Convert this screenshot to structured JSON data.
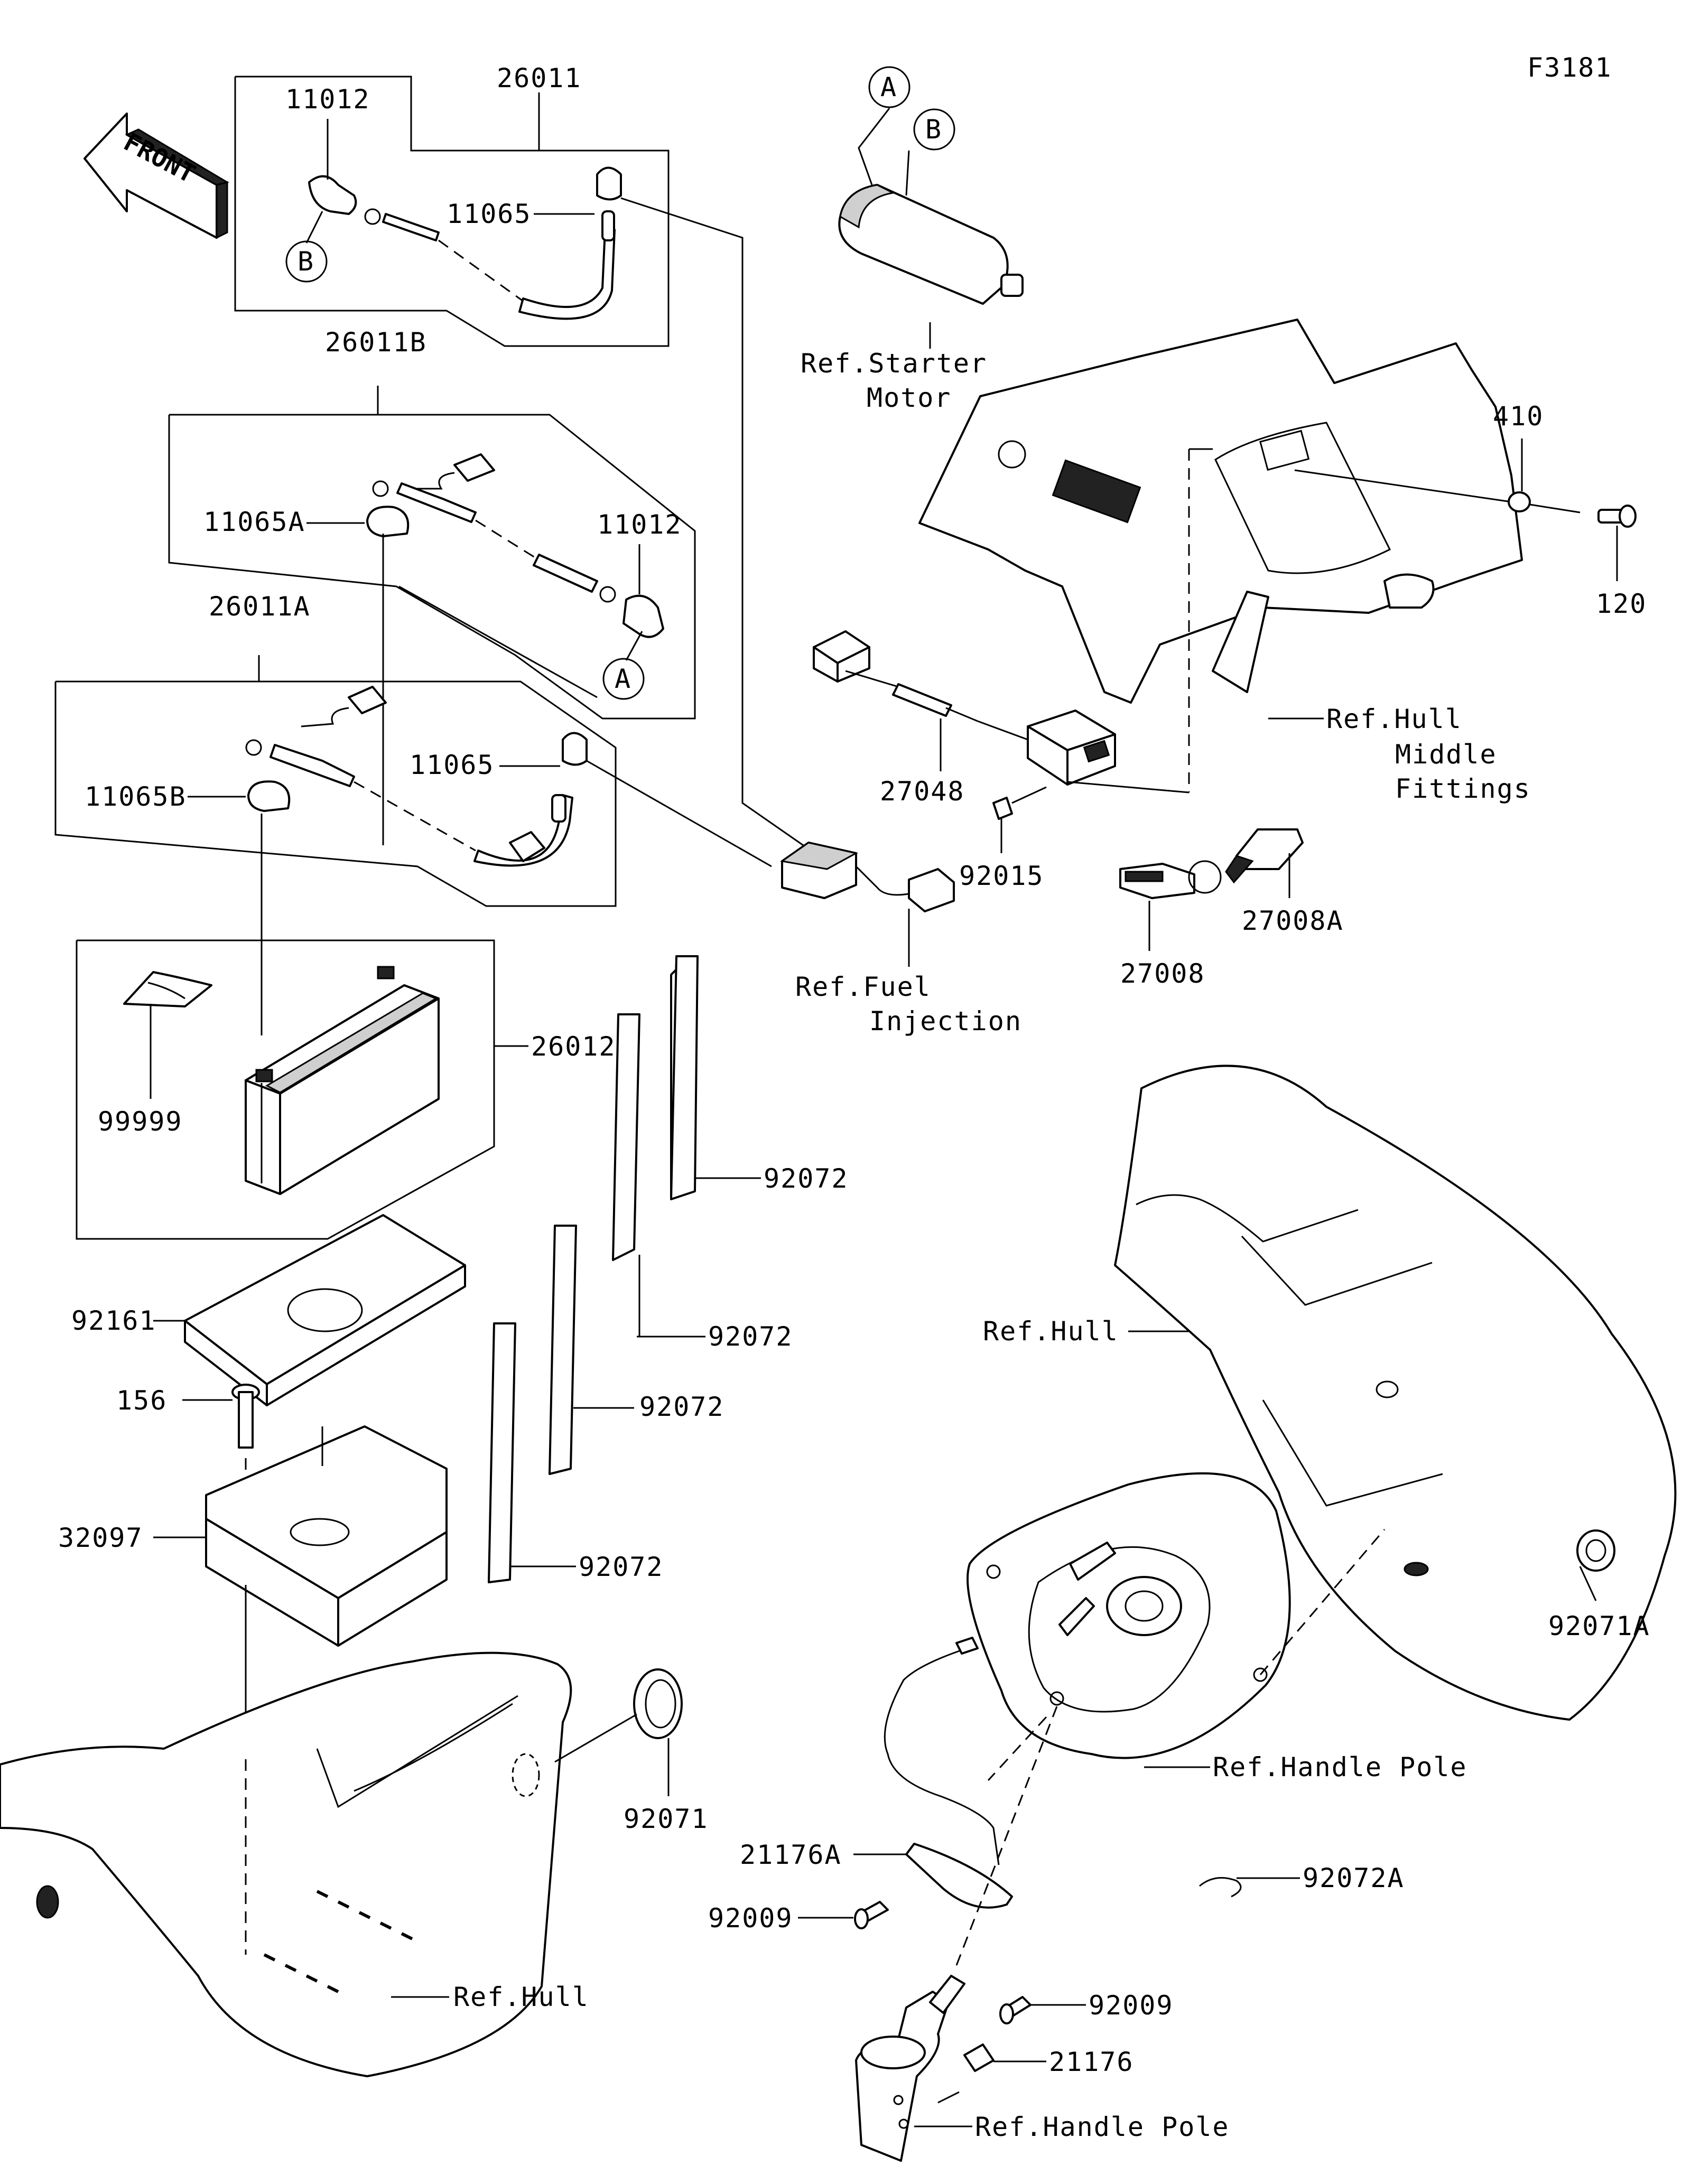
{
  "figure_code": "F3181",
  "front_label": "FRONT",
  "callouts": {
    "A_top": "A",
    "B_top": "B",
    "B_left": "B",
    "A_mid": "A"
  },
  "labels": {
    "p26011": "26011",
    "p11012_a": "11012",
    "p11065_a": "11065",
    "p26011B": "26011B",
    "p11065A": "11065A",
    "p11012_b": "11012",
    "p26011A": "26011A",
    "p11065_b": "11065",
    "p11065B": "11065B",
    "p26012": "26012",
    "p99999": "99999",
    "p92072_1": "92072",
    "p92072_2": "92072",
    "p92072_3": "92072",
    "p92072_4": "92072",
    "p92161": "92161",
    "p156": "156",
    "p32097": "32097",
    "p92071": "92071",
    "ref_hull_bottom": "Ref.Hull",
    "ref_starter_1": "Ref.Starter",
    "ref_starter_2": "Motor",
    "p410": "410",
    "p120": "120",
    "ref_hull_middle_1": "Ref.Hull",
    "ref_hull_middle_2": "Middle",
    "ref_hull_middle_3": "Fittings",
    "p27048": "27048",
    "p92015": "92015",
    "p27008": "27008",
    "p27008A": "27008A",
    "ref_fuel_1": "Ref.Fuel",
    "ref_fuel_2": "Injection",
    "ref_hull_right": "Ref.Hull",
    "p92071A": "92071A",
    "ref_handle_pole_1": "Ref.Handle Pole",
    "p21176A": "21176A",
    "p92009_a": "92009",
    "p92072A": "92072A",
    "p92009_b": "92009",
    "p21176": "21176",
    "ref_handle_pole_2": "Ref.Handle Pole"
  }
}
